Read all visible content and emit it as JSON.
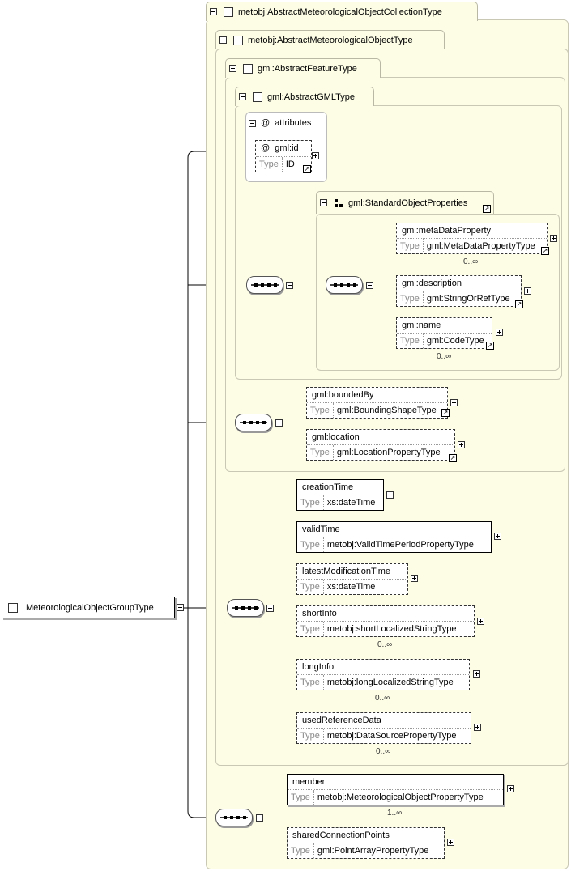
{
  "root": {
    "label": "MeteorologicalObjectGroupType"
  },
  "panels": {
    "collection": "metobj:AbstractMeteorologicalObjectCollectionType",
    "meteo_object": "metobj:AbstractMeteorologicalObjectType",
    "feature": "gml:AbstractFeatureType",
    "gml_type": "gml:AbstractGMLType"
  },
  "attributes": {
    "at": "@",
    "label": "attributes"
  },
  "gml_id": {
    "at": "@",
    "name": "gml:id",
    "type_label": "Type",
    "type": "ID"
  },
  "std_props": {
    "label": "gml:StandardObjectProperties"
  },
  "elements": {
    "metaDataProperty": {
      "name": "gml:metaDataProperty",
      "type_label": "Type",
      "type": "gml:MetaDataPropertyType",
      "card": "0..∞"
    },
    "description": {
      "name": "gml:description",
      "type_label": "Type",
      "type": "gml:StringOrRefType"
    },
    "gmlname": {
      "name": "gml:name",
      "type_label": "Type",
      "type": "gml:CodeType",
      "card": "0..∞"
    },
    "boundedBy": {
      "name": "gml:boundedBy",
      "type_label": "Type",
      "type": "gml:BoundingShapeType"
    },
    "location": {
      "name": "gml:location",
      "type_label": "Type",
      "type": "gml:LocationPropertyType"
    },
    "creationTime": {
      "name": "creationTime",
      "type_label": "Type",
      "type": "xs:dateTime"
    },
    "validTime": {
      "name": "validTime",
      "type_label": "Type",
      "type": "metobj:ValidTimePeriodPropertyType"
    },
    "latestModificationTime": {
      "name": "latestModificationTime",
      "type_label": "Type",
      "type": "xs:dateTime"
    },
    "shortInfo": {
      "name": "shortInfo",
      "type_label": "Type",
      "type": "metobj:shortLocalizedStringType",
      "card": "0..∞"
    },
    "longInfo": {
      "name": "longInfo",
      "type_label": "Type",
      "type": "metobj:longLocalizedStringType",
      "card": "0..∞"
    },
    "usedReferenceData": {
      "name": "usedReferenceData",
      "type_label": "Type",
      "type": "metobj:DataSourcePropertyType",
      "card": "0..∞"
    },
    "member": {
      "name": "member",
      "type_label": "Type",
      "type": "metobj:MeteorologicalObjectPropertyType",
      "card": "1..∞"
    },
    "sharedConnectionPoints": {
      "name": "sharedConnectionPoints",
      "type_label": "Type",
      "type": "gml:PointArrayPropertyType"
    }
  },
  "icons": {
    "collapse": "minus-box-icon",
    "expand": "plus-box-icon",
    "link": "arrow-link-icon",
    "sequence": "sequence-compositor-icon",
    "group": "group-icon"
  },
  "colors": {
    "panel_bg": "#fdfde6",
    "panel_border": "#c8c8b4"
  }
}
